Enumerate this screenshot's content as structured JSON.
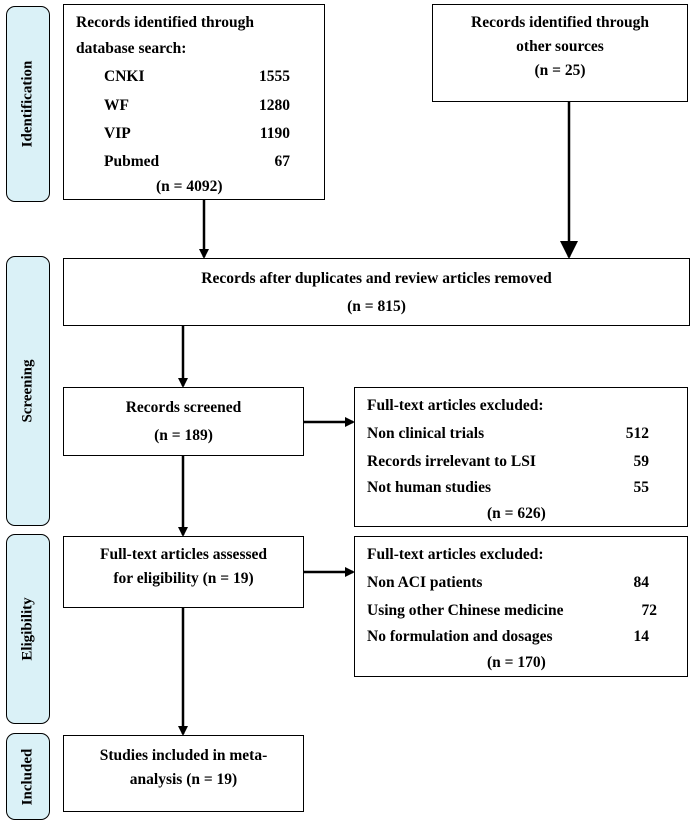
{
  "stages": {
    "identification": "Identification",
    "screening": "Screening",
    "eligibility": "Eligibility",
    "included": "Included"
  },
  "db_search": {
    "title_line1": "Records identified through",
    "title_line2": "database search:",
    "sources": [
      {
        "name": "CNKI",
        "count": "1555"
      },
      {
        "name": "WF",
        "count": "1280"
      },
      {
        "name": "VIP",
        "count": "1190"
      },
      {
        "name": "Pubmed",
        "count": "67"
      }
    ],
    "total": "(n = 4092)"
  },
  "other_sources": {
    "line1": "Records identified through",
    "line2": "other sources",
    "total": "(n = 25)"
  },
  "dedup": {
    "line1": "Records after duplicates and review articles removed",
    "total": "(n = 815)"
  },
  "screened": {
    "line1": "Records screened",
    "total": "(n = 189)"
  },
  "excluded_1": {
    "title": "Full-text articles excluded:",
    "reasons": [
      {
        "label": "Non clinical trials",
        "count": "512"
      },
      {
        "label": "Records irrelevant to LSI",
        "count": "59"
      },
      {
        "label": "Not human studies",
        "count": "55"
      }
    ],
    "total": "(n = 626)"
  },
  "eligibility": {
    "line1": "Full-text articles assessed",
    "line2": "for eligibility (n = 19)"
  },
  "excluded_2": {
    "title": "Full-text articles excluded:",
    "reasons": [
      {
        "label": "Non ACI patients",
        "count": "84"
      },
      {
        "label": "Using other Chinese medicine",
        "count": "72"
      },
      {
        "label": "No formulation and dosages",
        "count": "14"
      }
    ],
    "total": "(n = 170)"
  },
  "included": {
    "line1": "Studies included in meta-",
    "line2": "analysis (n = 19)"
  }
}
